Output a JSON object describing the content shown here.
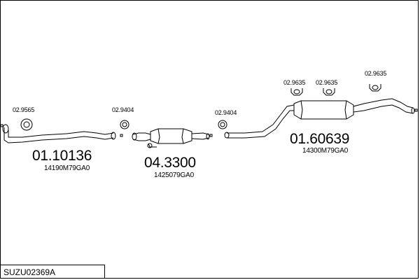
{
  "diagram": {
    "code": "SUZU02369A",
    "parts": [
      {
        "number": "01.10136",
        "ref": "14190M79GA0"
      },
      {
        "number": "04.3300",
        "ref": "1425079GA0"
      },
      {
        "number": "01.60639",
        "ref": "14300M79GA0"
      }
    ],
    "accessories": [
      {
        "ref": "02.9565"
      },
      {
        "ref": "02.9404"
      },
      {
        "ref": "02.9404"
      },
      {
        "ref": "02.9635"
      },
      {
        "ref": "02.9635"
      },
      {
        "ref": "02.9635"
      }
    ]
  }
}
